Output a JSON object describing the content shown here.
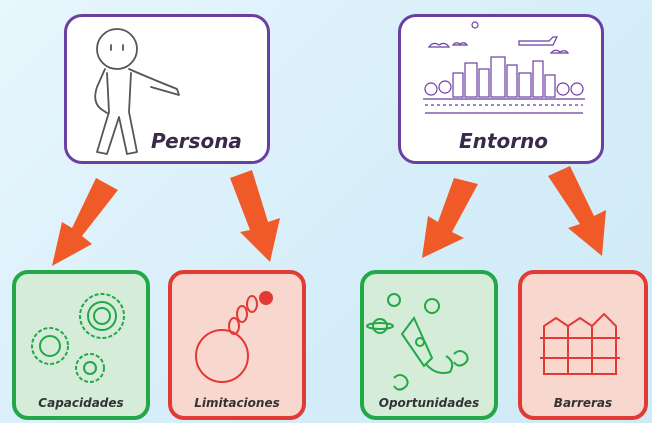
{
  "top_boxes": {
    "persona": {
      "label": "Persona"
    },
    "entorno": {
      "label": "Entorno"
    }
  },
  "cards": {
    "capacidades": {
      "label": "Capacidades"
    },
    "limitaciones": {
      "label": "Limitaciones"
    },
    "oportunidades": {
      "label": "Oportunidades"
    },
    "barreras": {
      "label": "Barreras"
    }
  },
  "colors": {
    "box_border": "#6b3fa0",
    "green_border": "#23a847",
    "green_fill": "#d4ecd8",
    "red_border": "#e23a34",
    "red_fill": "#f8d7cf",
    "arrow": "#f05a28"
  }
}
